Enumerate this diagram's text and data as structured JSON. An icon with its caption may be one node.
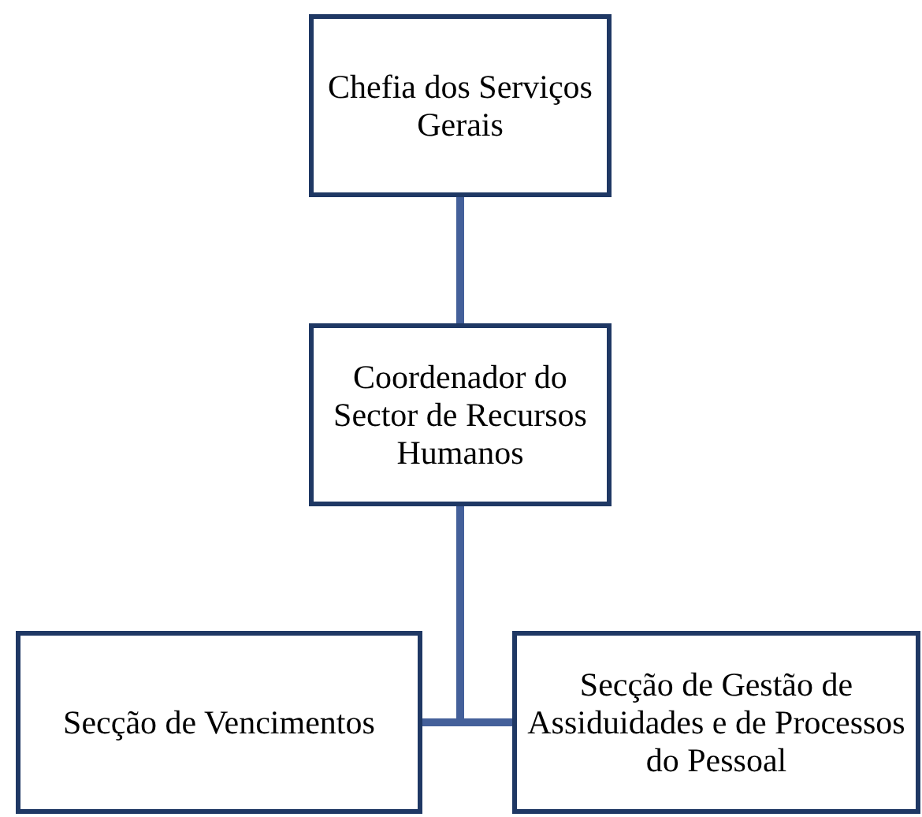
{
  "diagram": {
    "nodes": [
      {
        "text": [
          "Chefia dos Serviços Gerais"
        ]
      },
      {
        "text": [
          "Coordenador do Sector de Recursos Humanos"
        ]
      },
      {
        "text": [
          "Secção de Vencimentos"
        ]
      },
      {
        "text": [
          "Secção de Gestão de Assiduidades e de Processos do Pessoal"
        ]
      }
    ],
    "edges": [
      {
        "from": 0,
        "to": 1,
        "arrow": "none"
      },
      {
        "from": 1,
        "to": 2,
        "arrow": "none"
      },
      {
        "from": 1,
        "to": 3,
        "arrow": "none"
      }
    ]
  }
}
